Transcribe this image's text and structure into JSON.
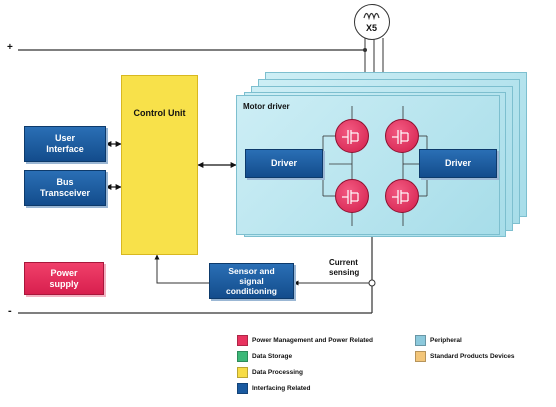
{
  "terminals": {
    "plus": "+",
    "minus": "-"
  },
  "motor": {
    "label": "X5"
  },
  "blocks": {
    "user_interface": "User\nInterface",
    "bus_transceiver": "Bus\nTransceiver",
    "control_unit": "Control Unit",
    "power_supply": "Power\nsupply",
    "sensor": "Sensor and\nsignal\nconditioning",
    "motor_driver": "Motor driver",
    "driver_left": "Driver",
    "driver_right": "Driver",
    "current_sensing": "Current\nsensing"
  },
  "legend": [
    {
      "label": "Power Management and Power Related",
      "color": "#e8335f"
    },
    {
      "label": "Data Storage",
      "color": "#3cb878"
    },
    {
      "label": "Data Processing",
      "color": "#f7dc45"
    },
    {
      "label": "Interfacing Related",
      "color": "#1a5aa0"
    },
    {
      "label": "Peripheral",
      "color": "#8cc9dc"
    },
    {
      "label": "Standard Products Devices",
      "color": "#f3c67a"
    }
  ]
}
